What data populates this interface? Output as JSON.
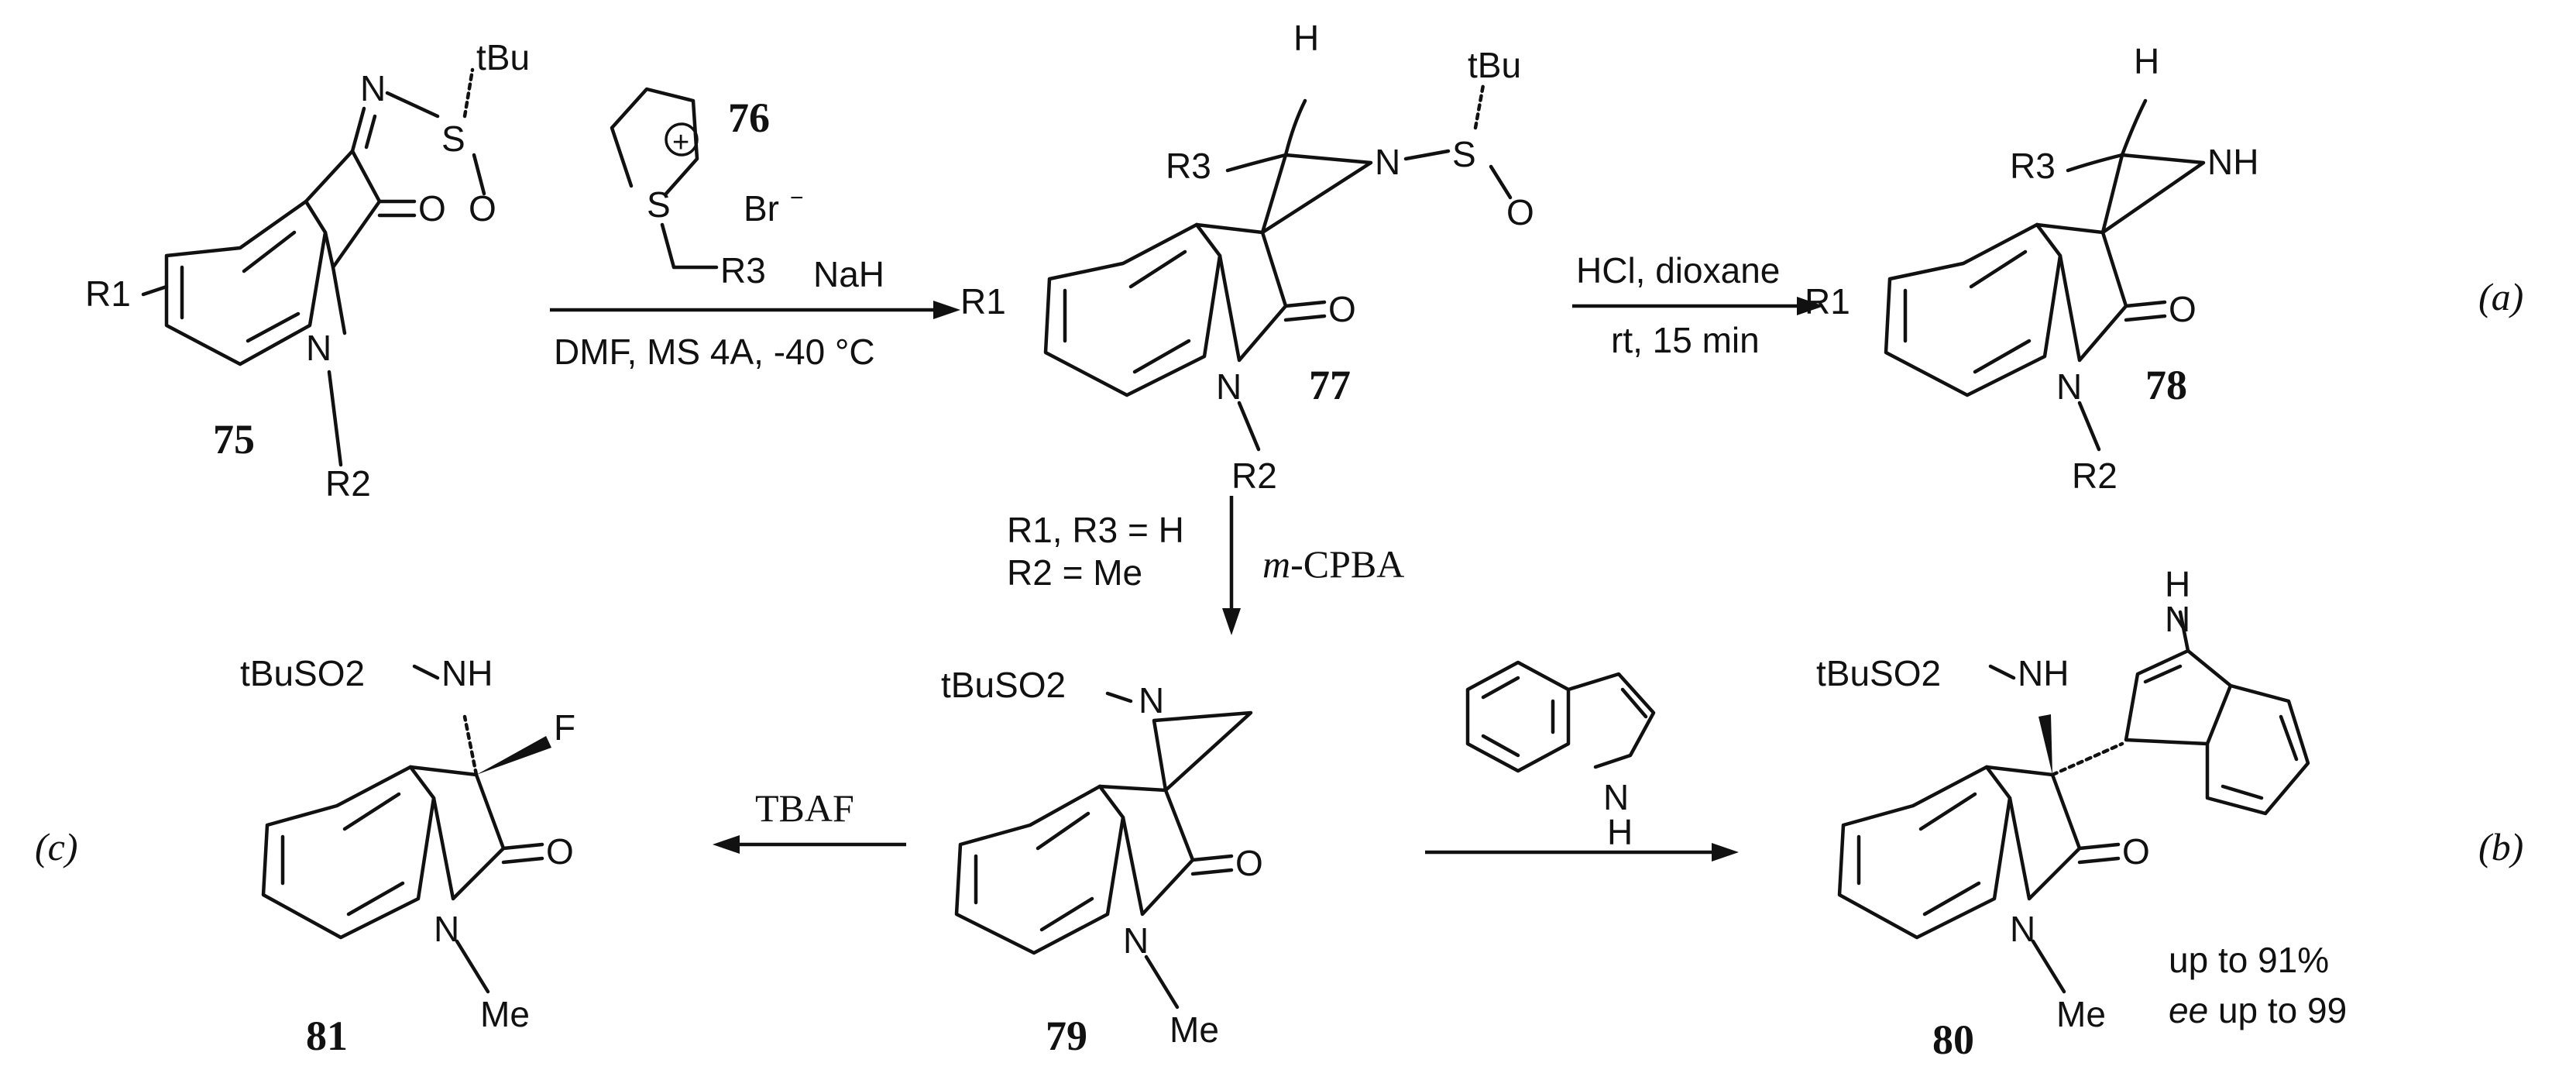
{
  "compounds": {
    "c75": {
      "number": "75",
      "tBu": "tBu",
      "N": "N",
      "S": "S",
      "O": "O",
      "carbonyl_O": "O",
      "ring_N": "N",
      "R1": "R1",
      "R2": "R2"
    },
    "c76": {
      "number": "76",
      "S": "S",
      "plus": "+",
      "Br": "Br",
      "minus": "−",
      "R3": "R3"
    },
    "c77": {
      "number": "77",
      "H": "H",
      "R3": "R3",
      "N": "N",
      "S": "S",
      "O": "O",
      "tBu": "tBu",
      "carbonyl_O": "O",
      "ring_N": "N",
      "R1": "R1",
      "R2": "R2"
    },
    "c78": {
      "number": "78",
      "H": "H",
      "R3": "R3",
      "NH": "NH",
      "carbonyl_O": "O",
      "ring_N": "N",
      "R1": "R1",
      "R2": "R2"
    },
    "c79": {
      "number": "79",
      "tBuSO2": "tBuSO2",
      "N": "N",
      "carbonyl_O": "O",
      "ring_N": "N",
      "Me": "Me"
    },
    "c80": {
      "number": "80",
      "tBuSO2": "tBuSO2",
      "NH": "NH",
      "indole_NH": "H",
      "indole_N": "N",
      "carbonyl_O": "O",
      "ring_N": "N",
      "Me": "Me",
      "yield": "up to 91%",
      "ee_prefix": "ee",
      "ee_text": " up to 99"
    },
    "c81": {
      "number": "81",
      "tBuSO2": "tBuSO2",
      "NH": "NH",
      "F": "F",
      "carbonyl_O": "O",
      "ring_N": "N",
      "Me": "Me"
    }
  },
  "reagent_indole": {
    "N": "N",
    "H": "H"
  },
  "conditions": {
    "step1_top": "NaH",
    "step1_bottom": "DMF,  MS 4A, -40 °C",
    "step2_top": "HCl, dioxane",
    "step2_bottom": "rt, 15 min",
    "step3_subst_line1": "R1, R3 = H",
    "step3_subst_line2": "R2 = Me",
    "step3_reagent_prefix": "m",
    "step3_reagent_rest": "-CPBA",
    "step_tbaf": "TBAF"
  },
  "route_labels": {
    "a": "(a)",
    "b": "(b)",
    "c": "(c)"
  }
}
